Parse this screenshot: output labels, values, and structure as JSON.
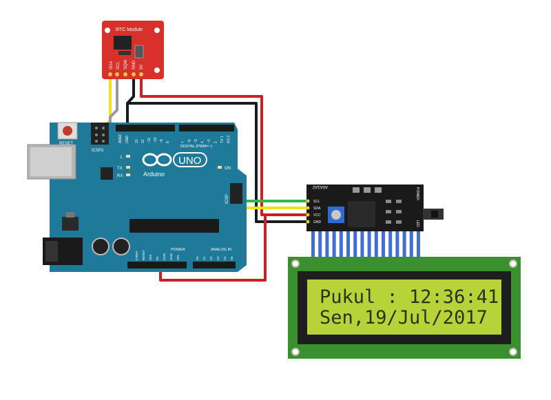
{
  "rtc": {
    "title": "RTC Module",
    "pins": [
      "SDA",
      "SCL",
      "SQW",
      "GND",
      "5V"
    ]
  },
  "arduino": {
    "reset_label": "RESET",
    "icsp2_label": "ICSP2",
    "icsp_label": "ICSP",
    "l_label": "L",
    "tx_label": "TX",
    "rx_label": "RX",
    "on_label": "ON",
    "uno_label": "UNO",
    "brand_label": "Arduino",
    "digital_label": "DIGITAL (PWM=~)",
    "power_label": "POWER",
    "analog_label": "ANALOG IN",
    "aref_label": "AREF",
    "gnd_label": "GND",
    "digital_pins": [
      "13",
      "12",
      "~11",
      "~10",
      "~9",
      "8",
      "7",
      "~6",
      "~5",
      "4",
      "~3",
      "2",
      "TX 1",
      "RX 0"
    ],
    "power_pins": [
      "IOREF",
      "RESET",
      "3V3",
      "5V",
      "GND",
      "GND",
      "VIN"
    ],
    "analog_pins": [
      "A0",
      "A1",
      "A2",
      "A3",
      "A4",
      "A5"
    ]
  },
  "i2c": {
    "pins": [
      "SCL",
      "SDA",
      "VCC",
      "GND"
    ],
    "addr_label": "A0A1A2",
    "power_label": "POWER",
    "led_label": "LED"
  },
  "lcd": {
    "line1": "Pukul : 12:36:41",
    "line2": "Sen,19/Jul/2017"
  },
  "colors": {
    "rtc_board": "#d8302b",
    "arduino_board": "#1f7a99",
    "i2c_board": "#1a1a1a",
    "lcd_pcb": "#3a8f2e",
    "lcd_screen": "#b8d23a",
    "wire_red": "#cc1f1f",
    "wire_black": "#1a1a1a",
    "wire_yellow": "#f2e21a",
    "wire_green": "#2fb84b",
    "wire_gray": "#9a9a9a"
  }
}
